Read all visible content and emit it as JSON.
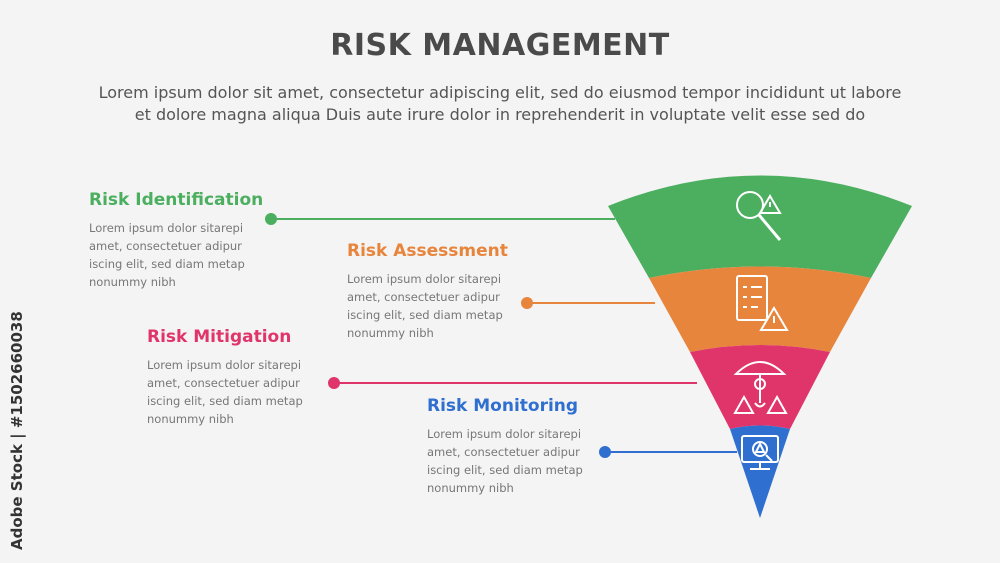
{
  "header": {
    "title": "RISK MANAGEMENT",
    "subtitle_line1": "Lorem ipsum dolor sit amet, consectetur adipiscing elit, sed do eiusmod tempor incididunt ut labore",
    "subtitle_line2": "et dolore magna aliqua Duis aute irure dolor in reprehenderit in voluptate velit esse sed do"
  },
  "steps": [
    {
      "title": "Risk Identification",
      "color": "#4caf60",
      "icon": "magnifier-warning-icon",
      "body": [
        "Lorem ipsum dolor sitarepi",
        "amet, consectetuer adipur",
        "iscing elit, sed diam metap",
        "nonummy nibh"
      ]
    },
    {
      "title": "Risk Assessment",
      "color": "#e8853d",
      "icon": "checklist-warning-icon",
      "body": [
        "Lorem ipsum dolor sitarepi",
        "amet, consectetuer adipur",
        "iscing elit, sed diam metap",
        "nonummy nibh"
      ]
    },
    {
      "title": "Risk Mitigation",
      "color": "#e0356a",
      "icon": "umbrella-gear-warning-icon",
      "body": [
        "Lorem ipsum dolor sitarepi",
        "amet, consectetuer adipur",
        "iscing elit, sed diam metap",
        "nonummy nibh"
      ]
    },
    {
      "title": "Risk Monitoring",
      "color": "#2f6fd0",
      "icon": "monitor-warning-icon",
      "body": [
        "Lorem ipsum dolor sitarepi",
        "amet, consectetuer adipur",
        "iscing elit, sed diam metap",
        "nonummy nibh"
      ]
    }
  ],
  "watermark": "Adobe Stock | #1502660038"
}
